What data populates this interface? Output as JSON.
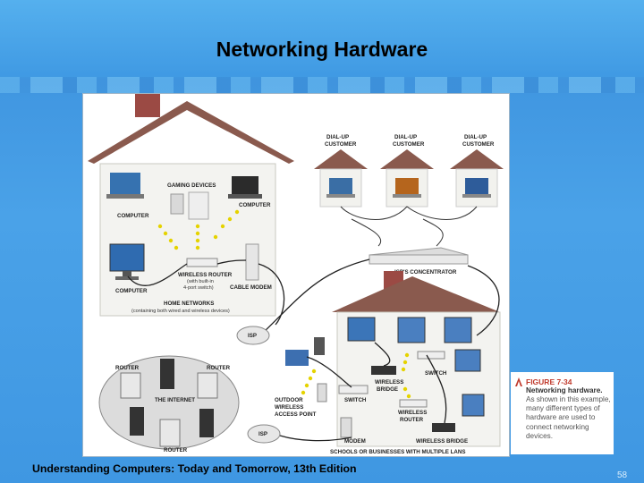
{
  "slide": {
    "title": "Networking Hardware",
    "footer": "Understanding Computers: Today and Tomorrow, 13th Edition",
    "page_number": "58"
  },
  "diagram": {
    "labels": {
      "dialup1": [
        "DIAL-UP",
        "CUSTOMER"
      ],
      "dialup2": [
        "DIAL-UP",
        "CUSTOMER"
      ],
      "dialup3": [
        "DIAL-UP",
        "CUSTOMER"
      ],
      "gaming": "GAMING DEVICES",
      "computer_a": "COMPUTER",
      "computer_b": "COMPUTER",
      "computer_c": "COMPUTER",
      "wireless_router": "WIRELESS ROUTER",
      "wireless_router_note": [
        "(with built-in",
        "4-port switch)"
      ],
      "cable_modem": "CABLE MODEM",
      "isp_concentrator": "ISP'S CONCENTRATOR",
      "home_networks": "HOME NETWORKS",
      "home_networks_note": "(containing both wired and wireless devices)",
      "isp_a": "ISP",
      "isp_b": "ISP",
      "router_a": "ROUTER",
      "router_b": "ROUTER",
      "router_c": "ROUTER",
      "the_internet": "THE INTERNET",
      "outdoor_ap": [
        "OUTDOOR",
        "WIRELESS",
        "ACCESS POINT"
      ],
      "switch_a": "SWITCH",
      "switch_b": "SWITCH",
      "wireless_bridge_a": [
        "WIRELESS",
        "BRIDGE"
      ],
      "wireless_bridge_b": "WIRELESS BRIDGE",
      "wireless_router_b": [
        "WIRELESS",
        "ROUTER"
      ],
      "modem": "MODEM",
      "schools": "SCHOOLS OR BUSINESSES WITH MULTIPLE LANS"
    }
  },
  "caption": {
    "figure_number": "FIGURE 7-34",
    "title": "Networking hardware.",
    "text": "As shown in this example, many different types of hardware are used to connect networking devices."
  },
  "colors": {
    "background": "#3d95e0",
    "roof": "#8a5a4e",
    "chimney": "#9b4a44",
    "caption_accent": "#c0392b"
  }
}
